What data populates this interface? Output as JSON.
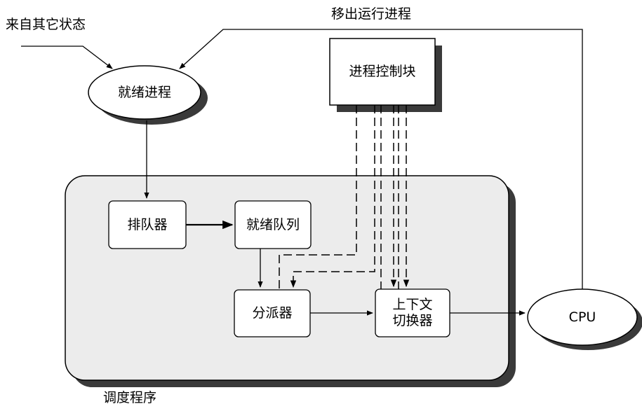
{
  "labels": {
    "from_other_states": "来自其它状态",
    "move_out_running": "移出运行进程",
    "dispatcher_program": "调度程序"
  },
  "nodes": {
    "ready_process": "就绪进程",
    "pcb": "进程控制块",
    "queuer": "排队器",
    "ready_queue": "就绪队列",
    "dispatcher": "分派器",
    "context_switcher_line1": "上下文",
    "context_switcher_line2": "切换器",
    "cpu": "CPU"
  },
  "colors": {
    "region_fill": "#ececec",
    "shadow": "#3a3a3a",
    "stroke": "#000000"
  }
}
